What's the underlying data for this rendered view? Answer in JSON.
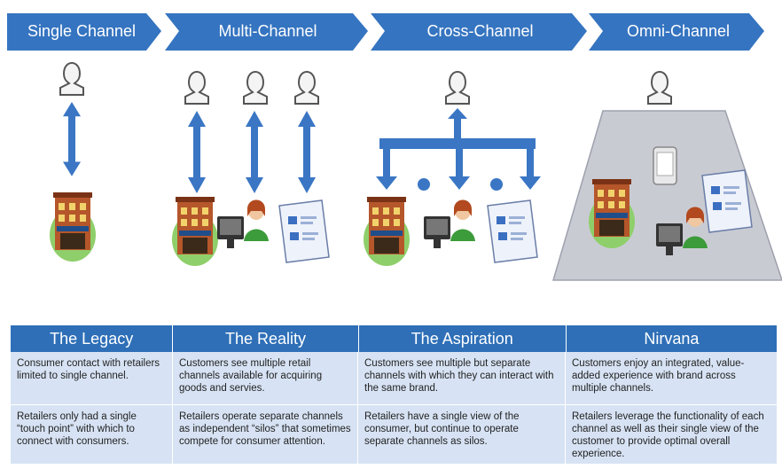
{
  "stages": [
    {
      "label": "Single Channel"
    },
    {
      "label": "Multi-Channel"
    },
    {
      "label": "Cross-Channel"
    },
    {
      "label": "Omni-Channel"
    }
  ],
  "catalog_label": "Catalog",
  "table": {
    "headers": [
      "The Legacy",
      "The Reality",
      "The Aspiration",
      "Nirvana"
    ],
    "rows": [
      [
        "Consumer contact with retailers limited to single channel.",
        "Customers see multiple retail channels available for acquiring goods and servies.",
        "Customers see multiple but separate channels with which they can interact with the same brand.",
        "Customers enjoy an integrated, value-added experience with brand across multiple channels."
      ],
      [
        "Retailers only had a single “touch point” with which to connect with consumers.",
        "Retailers operate separate channels as independent “silos” that sometimes compete for consumer attention.",
        "Retailers have a single view of the consumer, but continue to operate separate channels as silos.",
        "Retailers leverage the functionality of each channel as well as their single view of the customer to provide optimal overall experience."
      ]
    ]
  },
  "colors": {
    "accent": "#2e6fb7",
    "cell_bg": "#d7e3f4",
    "arrow": "#3a76c4"
  }
}
